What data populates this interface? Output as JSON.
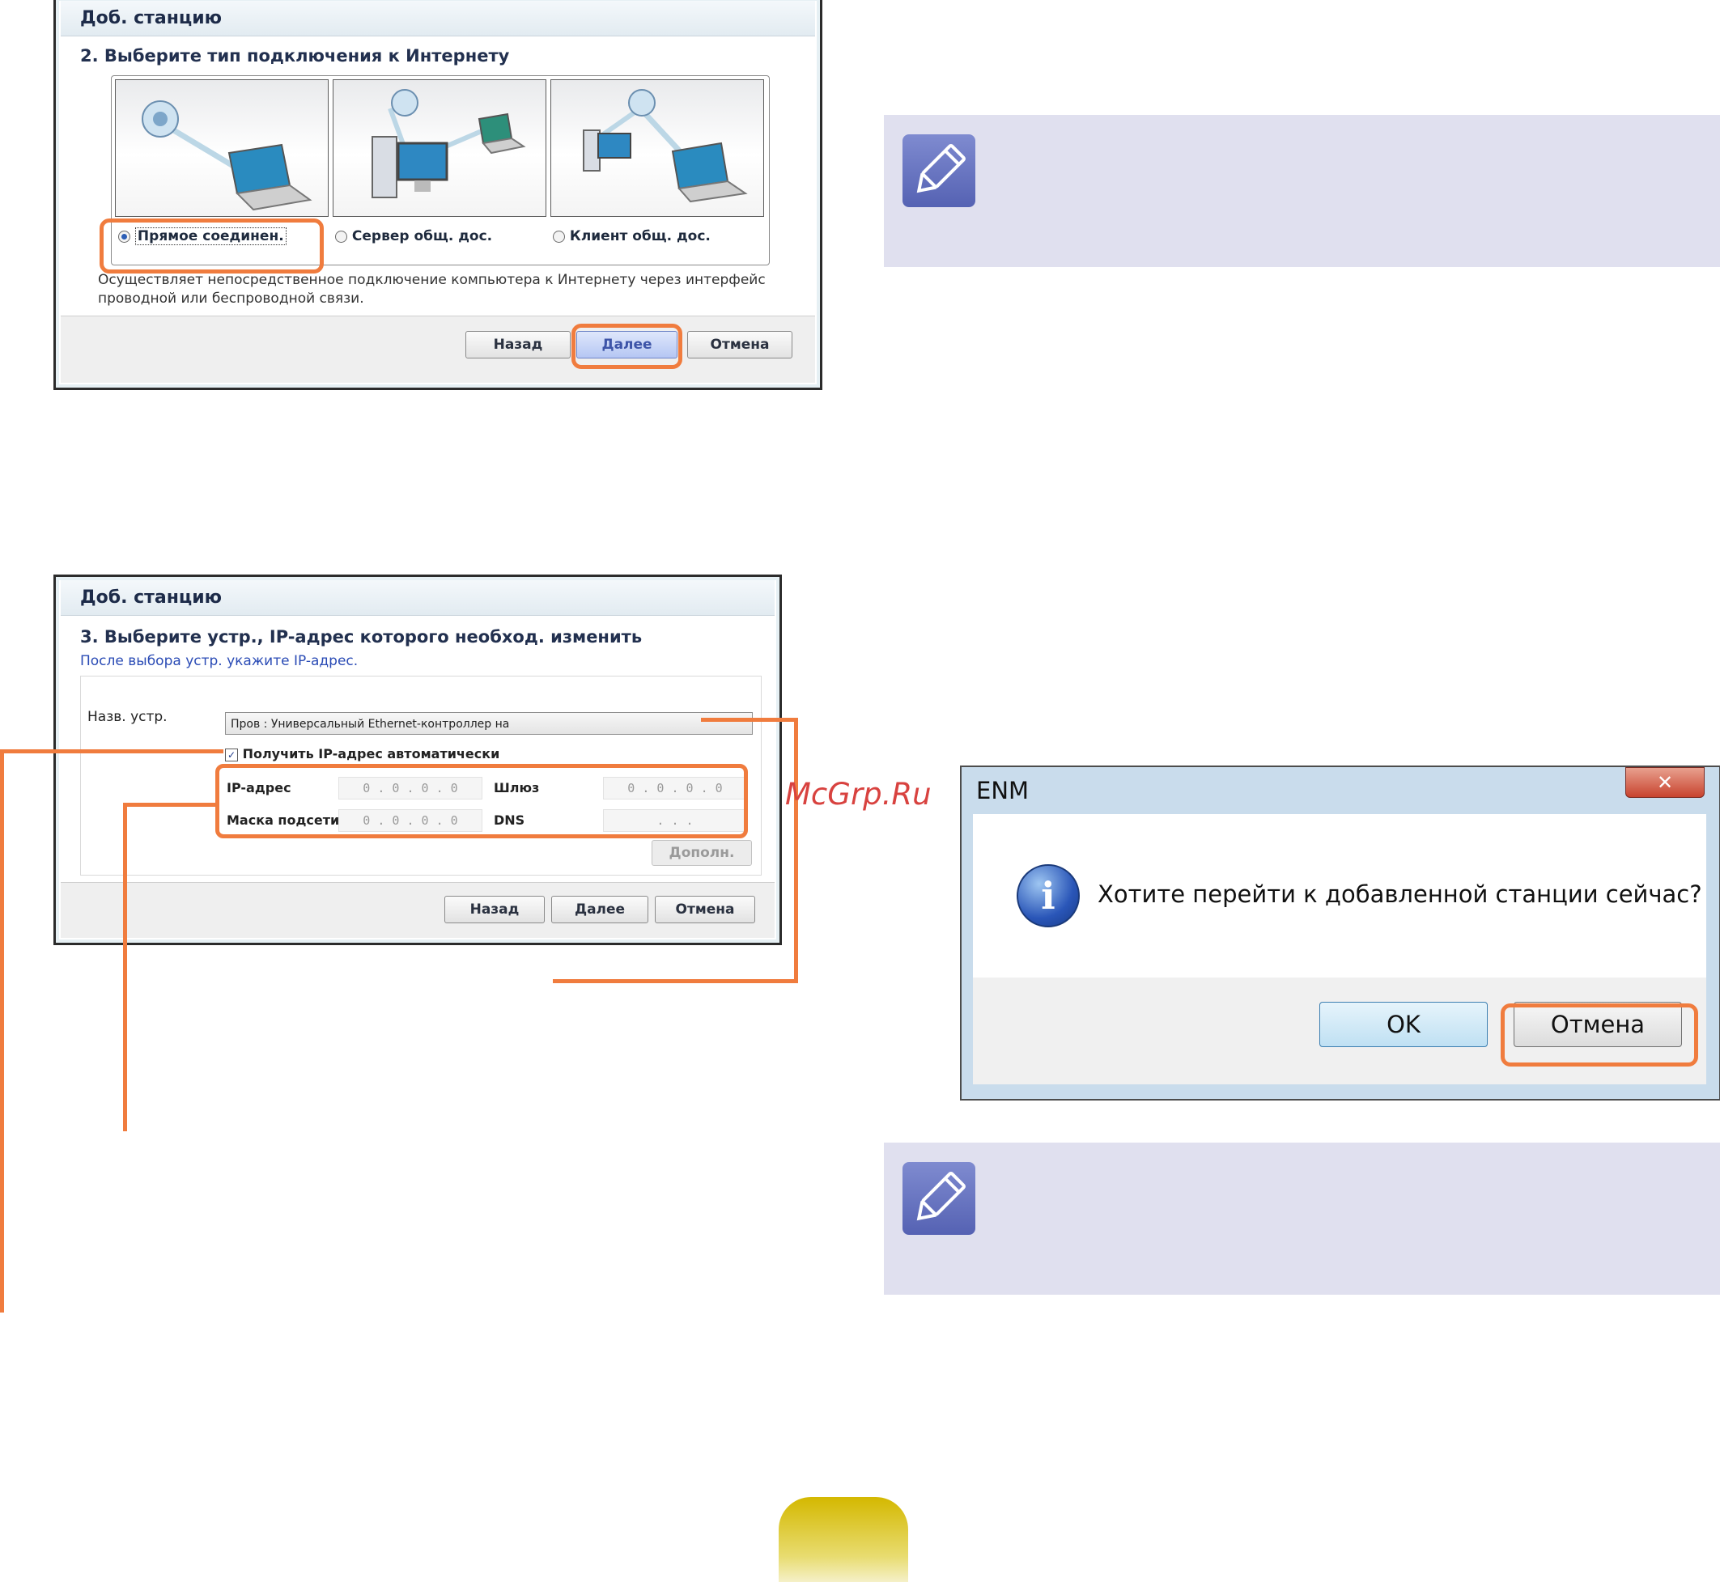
{
  "dialog1": {
    "title": "Доб. станцию",
    "step": "2. Выберите тип подключения к Интернету",
    "options": [
      {
        "label": "Прямое соединен.",
        "selected": true
      },
      {
        "label": "Сервер общ. дос.",
        "selected": false
      },
      {
        "label": "Клиент общ. дос.",
        "selected": false
      }
    ],
    "description_line1": "Осуществляет непосредственное подключение компьютера к Интернету через интерфейс",
    "description_line2": "проводной или беспроводной связи.",
    "back": "Назад",
    "next": "Далее",
    "cancel": "Отмена"
  },
  "dialog2": {
    "title": "Доб. станцию",
    "step": "3. Выберите устр., IP-адрес которого необход. изменить",
    "subtitle": "После выбора устр. укажите IP-адрес.",
    "device_label": "Назв. устр.",
    "device_value": "Пров : Универсальный Ethernet-контроллер на",
    "auto_ip": "Получить IP-адрес автоматически",
    "auto_ip_checked": true,
    "ip_label": "IP-адрес",
    "ip_value": "0 . 0 . 0 . 0",
    "gateway_label": "Шлюз",
    "gateway_value": "0 . 0 . 0 . 0",
    "mask_label": "Маска подсети",
    "mask_value": "0 . 0 . 0 . 0",
    "dns_label": "DNS",
    "dns_value": ". . .",
    "advanced": "Дополн.",
    "back": "Назад",
    "next": "Далее",
    "cancel": "Отмена"
  },
  "watermark": "McGrp.Ru",
  "enm_dialog": {
    "title": "ENM",
    "close": "✕",
    "message": "Хотите перейти к добавленной станции сейчас?",
    "ok": "OK",
    "cancel": "Отмена"
  },
  "colors": {
    "highlight": "#f07c3e",
    "note_bg": "#e0e0ef",
    "note_icon": "#6874c0",
    "page_tab": "#d4b800"
  }
}
